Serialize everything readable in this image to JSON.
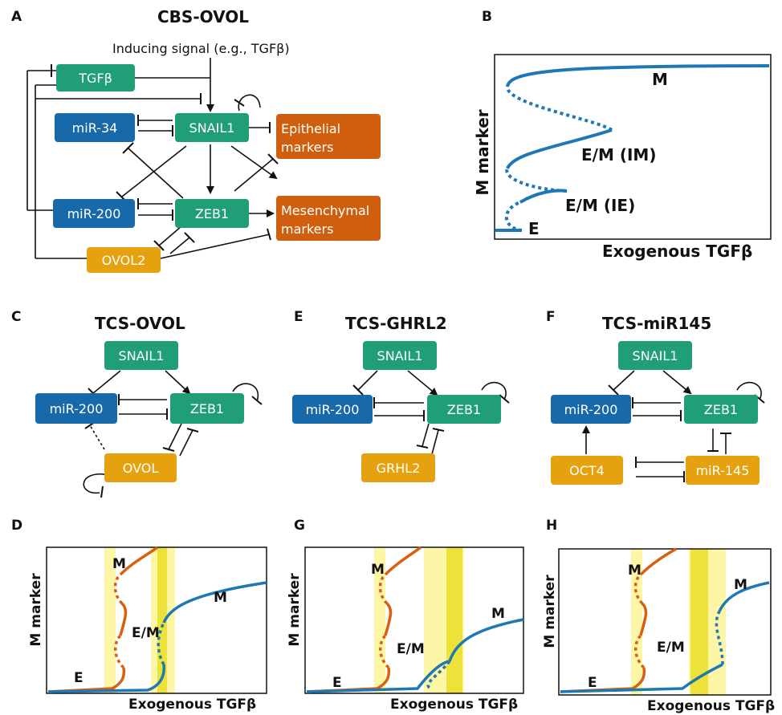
{
  "colors": {
    "blue": "#1769aa",
    "green": "#1f9e77",
    "orange": "#cf5f0e",
    "gold": "#e6a10f",
    "curve_blue": "#1f78b4",
    "curve_orange": "#d9600f",
    "band_light": "#fdf6a6",
    "band_dark": "#ece23a"
  },
  "panel_a": {
    "letter": "A",
    "title": "CBS-OVOL",
    "signal": "Inducing signal (e.g., TGFβ)",
    "nodes": {
      "tgfb": "TGFβ",
      "mir34": "miR-34",
      "snail1": "SNAIL1",
      "mir200": "miR-200",
      "zeb1": "ZEB1",
      "ovol2": "OVOL2",
      "epi_line1": "Epithelial",
      "epi_line2": "markers",
      "mes_line1": "Mesenchymal",
      "mes_line2": "markers"
    }
  },
  "panel_b": {
    "letter": "B",
    "ylabel": "M marker",
    "xlabel": "Exogenous TGFβ",
    "labels": {
      "m": "M",
      "im": "E/M (IM)",
      "ie": "E/M (IE)",
      "e": "E"
    }
  },
  "panel_c": {
    "letter": "C",
    "title": "TCS-OVOL",
    "nodes": {
      "snail1": "SNAIL1",
      "mir200": "miR-200",
      "zeb1": "ZEB1",
      "ovol": "OVOL"
    }
  },
  "panel_e": {
    "letter": "E",
    "title": "TCS-GHRL2",
    "nodes": {
      "snail1": "SNAIL1",
      "mir200": "miR-200",
      "zeb1": "ZEB1",
      "grhl2": "GRHL2"
    }
  },
  "panel_f": {
    "letter": "F",
    "title": "TCS-miR145",
    "nodes": {
      "snail1": "SNAIL1",
      "mir200": "miR-200",
      "zeb1": "ZEB1",
      "oct4": "OCT4",
      "mir145": "miR-145"
    }
  },
  "panel_d": {
    "letter": "D",
    "ylabel": "M marker",
    "xlabel": "Exogenous TGFβ",
    "labels": {
      "m_orange": "M",
      "m_blue": "M",
      "em": "E/M",
      "e": "E"
    }
  },
  "panel_g": {
    "letter": "G",
    "ylabel": "M marker",
    "xlabel": "Exogenous TGFβ",
    "labels": {
      "m_orange": "M",
      "m_blue": "M",
      "em": "E/M",
      "e": "E"
    }
  },
  "panel_h": {
    "letter": "H",
    "ylabel": "M marker",
    "xlabel": "Exogenous TGFβ",
    "labels": {
      "m_orange": "M",
      "m_blue": "M",
      "em": "E/M",
      "e": "E"
    }
  }
}
